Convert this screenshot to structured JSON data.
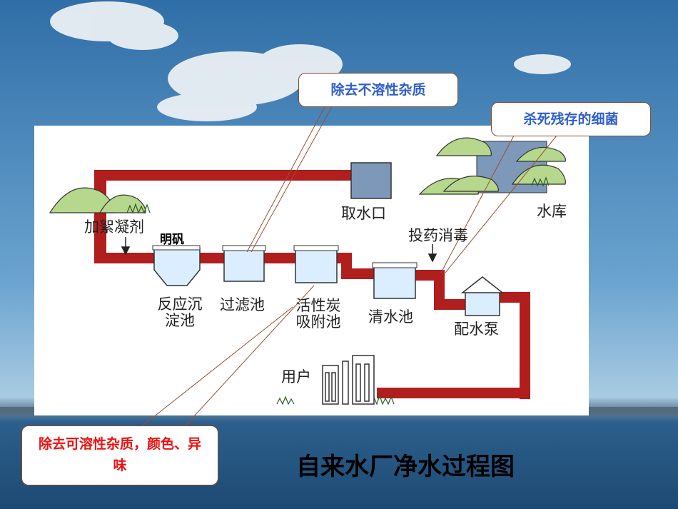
{
  "title": "自来水厂净水过程图",
  "stages": {
    "intake": "取水口",
    "reservoir": "水库",
    "coagulant": "加絮凝剂",
    "alum": "明矾",
    "reaction_line1": "反应沉",
    "reaction_line2": "淀池",
    "filter": "过滤池",
    "carbon_line1": "活性炭",
    "carbon_line2": "吸附池",
    "clear": "清水池",
    "disinfect": "投药消毒",
    "pump": "配水泵",
    "user": "用户"
  },
  "callouts": {
    "insoluble": "除去不溶性杂质",
    "bacteria": "杀死残存的细菌",
    "soluble": "除去可溶性杂质，颜色、异味"
  },
  "colors": {
    "pipe": "#b01e1e",
    "callout_blue": "#2f5fcc",
    "callout_red": "#ee1111",
    "tank_fill": "#dbeeff",
    "bush": "#b6d88c"
  }
}
